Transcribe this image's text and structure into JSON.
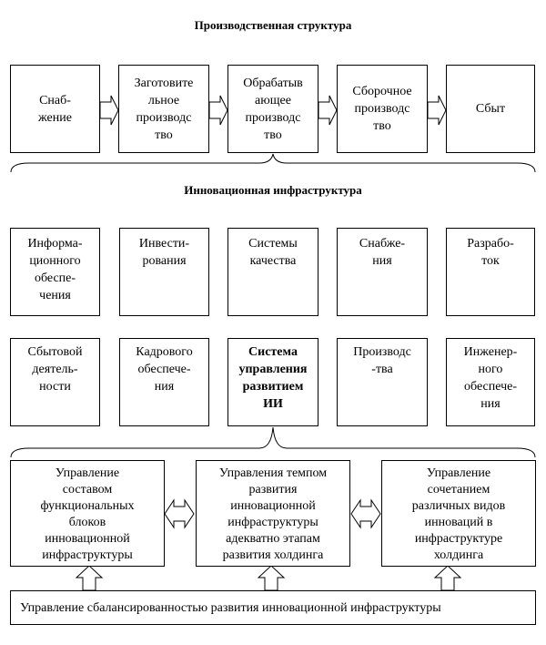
{
  "production": {
    "title": "Производственная структура",
    "blocks": [
      {
        "lines": [
          "Снаб-",
          "жение"
        ]
      },
      {
        "lines": [
          "Заготовите",
          "льное",
          "производс",
          "тво"
        ]
      },
      {
        "lines": [
          "Обрабатыв",
          "ающее",
          "производс",
          "тво"
        ]
      },
      {
        "lines": [
          "Сборочное",
          "производс",
          "тво"
        ]
      },
      {
        "lines": [
          "Сбыт"
        ]
      }
    ]
  },
  "innovation": {
    "title": "Инновационная инфраструктура",
    "row1": [
      {
        "lines": [
          "Информа-",
          "ционного",
          "обеспе-",
          "чения"
        ]
      },
      {
        "lines": [
          "Инвести-",
          "рования"
        ]
      },
      {
        "lines": [
          "Системы",
          "качества"
        ]
      },
      {
        "lines": [
          "Снабже-",
          "ния"
        ]
      },
      {
        "lines": [
          "Разрабо-",
          "ток"
        ]
      }
    ],
    "row2": [
      {
        "lines": [
          "Сбытовой",
          "деятель-",
          "ности"
        ]
      },
      {
        "lines": [
          "Кадрового",
          "обеспече-",
          "ния"
        ]
      },
      {
        "lines": [
          "Система",
          "управления",
          "развитием",
          "ИИ"
        ]
      },
      {
        "lines": [
          "Производс",
          "-тва"
        ]
      },
      {
        "lines": [
          "Инженер-",
          "ного",
          "обеспече-",
          "ния"
        ]
      }
    ]
  },
  "management": {
    "blocks": [
      {
        "lines": [
          "Управление",
          "составом",
          "функциональных",
          "блоков",
          "инновационной",
          "инфраструктуры"
        ]
      },
      {
        "lines": [
          "Управления темпом",
          "развития",
          "инновационной",
          "инфраструктуры",
          "адекватно этапам",
          "развития холдинга"
        ]
      },
      {
        "lines": [
          "Управление",
          "сочетанием",
          "различных видов",
          "инноваций в",
          "инфраструктуре",
          "холдинга"
        ]
      }
    ],
    "bottom": "Управление сбалансированностью развития инновационной инфраструктуры"
  }
}
